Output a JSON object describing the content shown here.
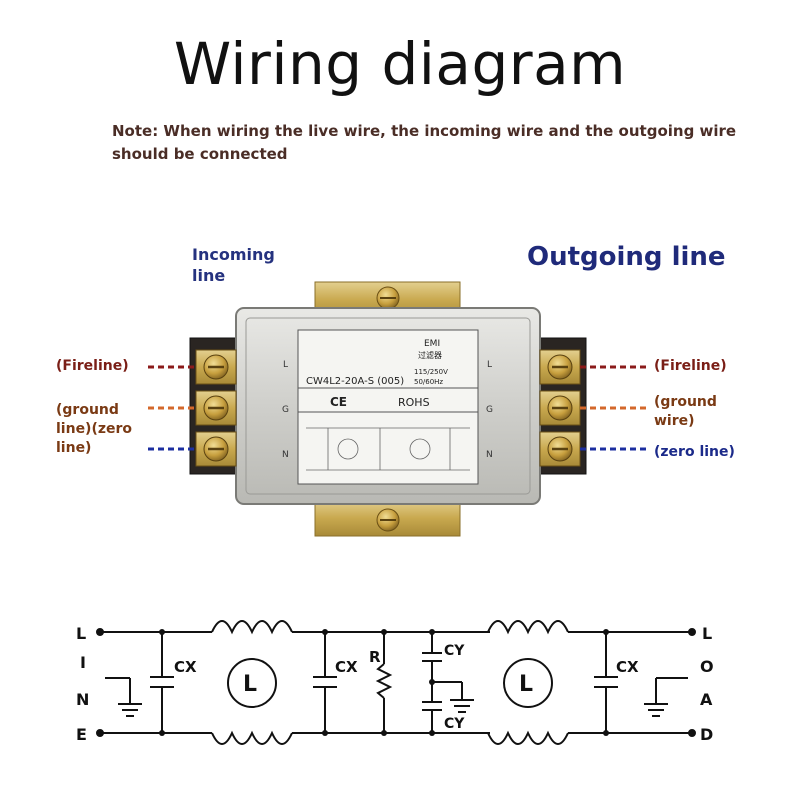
{
  "title": "Wiring diagram",
  "note": "Note: When wiring the live wire, the incoming wire and the outgoing wire should be connected",
  "labels": {
    "incoming": "Incoming line",
    "outgoing": "Outgoing line",
    "left_fireline": "(Fireline)",
    "left_ground_zero": "(ground line)(zero line)",
    "right_fireline": "(Fireline)",
    "right_ground": "(ground wire)",
    "right_zero": "(zero line)"
  },
  "device": {
    "model": "CW4L2-20A-S (005)",
    "emi": "EMI",
    "emi_cn": "过滤器",
    "voltage": "115/250V",
    "frequency": "50/60Hz",
    "ce": "CE",
    "rohs": "ROHS",
    "terminal_left": [
      "L",
      "G",
      "N"
    ],
    "terminal_right": [
      "L",
      "G",
      "N"
    ]
  },
  "circuit": {
    "line_letters": [
      "L",
      "I",
      "N",
      "E"
    ],
    "load_letters": [
      "L",
      "O",
      "A",
      "D"
    ],
    "cx": "CX",
    "cy": "CY",
    "r": "R",
    "l": "L"
  },
  "colors": {
    "fireline": "#8b1a1a",
    "ground": "#d4682b",
    "zero": "#1c2fa0",
    "title": "#111111",
    "note": "#4a2d26",
    "outgoing_label": "#1f2a7a"
  }
}
